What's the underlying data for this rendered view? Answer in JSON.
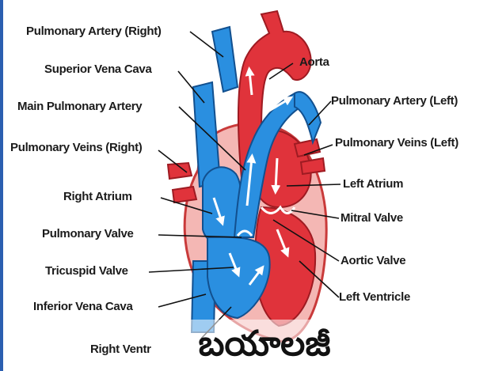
{
  "labels": {
    "pulmonary_artery_right": "Pulmonary Artery (Right)",
    "superior_vena_cava": "Superior Vena Cava",
    "main_pulmonary_artery": "Main Pulmonary Artery",
    "pulmonary_veins_right": "Pulmonary Veins (Right)",
    "right_atrium": "Right Atrium",
    "pulmonary_valve": "Pulmonary Valve",
    "tricuspid_valve": "Tricuspid Valve",
    "inferior_vena_cava": "Inferior Vena Cava",
    "right_ventricle": "Right Ventr",
    "aorta": "Aorta",
    "pulmonary_artery_left": "Pulmonary Artery (Left)",
    "pulmonary_veins_left": "Pulmonary Veins (Left)",
    "left_atrium": "Left Atrium",
    "mitral_valve": "Mitral Valve",
    "aortic_valve": "Aortic Valve",
    "left_ventricle": "Left Ventricle"
  },
  "caption": "బయాలజీ",
  "colors": {
    "deoxygenated": "#2a8fe0",
    "oxygenated": "#e0333b",
    "heart_outer": "#f4b7b4",
    "leader": "#111111"
  }
}
